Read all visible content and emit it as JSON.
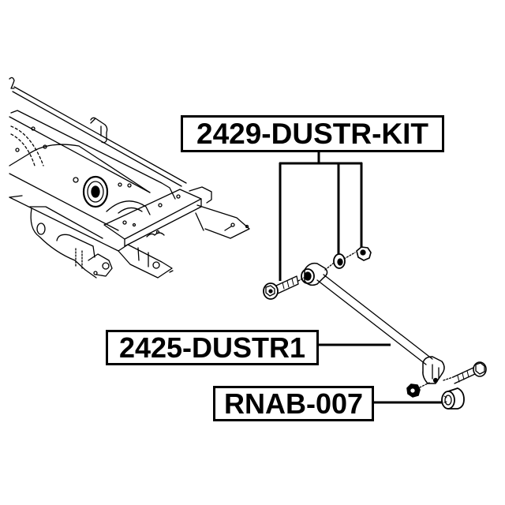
{
  "diagram": {
    "type": "exploded-parts-diagram",
    "subject": "rear suspension lateral control arm assembly",
    "background_color": "#ffffff",
    "line_color": "#000000",
    "callouts": [
      {
        "id": "kit",
        "part_number": "2429-DUSTR-KIT",
        "points_to": [
          "bolt",
          "washer",
          "nut"
        ]
      },
      {
        "id": "arm",
        "part_number": "2425-DUSTR1",
        "points_to": [
          "control-arm-rod"
        ]
      },
      {
        "id": "bush",
        "part_number": "RNAB-007",
        "points_to": [
          "bushing"
        ]
      }
    ]
  }
}
